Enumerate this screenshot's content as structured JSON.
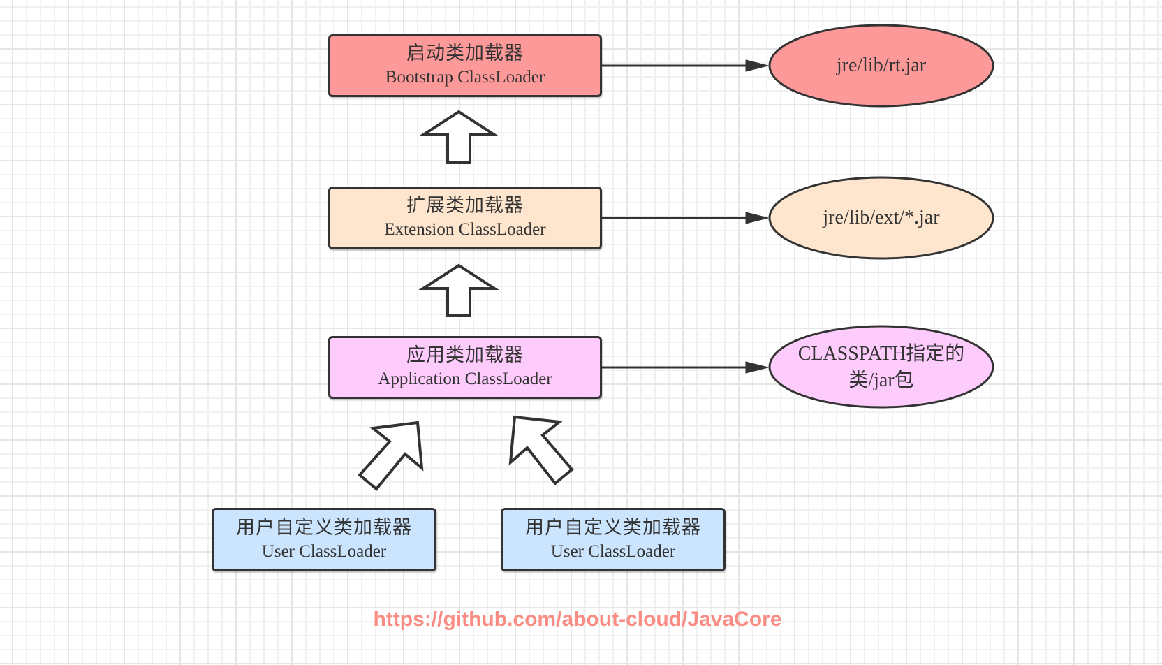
{
  "colors": {
    "bootstrap": "#fe9999",
    "extension": "#fee5cd",
    "application": "#fecbfd",
    "user": "#cce5ff",
    "stroke": "#333333",
    "url": "#f98d84"
  },
  "loaders": {
    "bootstrap": {
      "cn": "启动类加载器",
      "en": "Bootstrap ClassLoader"
    },
    "extension": {
      "cn": "扩展类加载器",
      "en": "Extension ClassLoader"
    },
    "application": {
      "cn": "应用类加载器",
      "en": "Application ClassLoader"
    },
    "user1": {
      "cn": "用户自定义类加载器",
      "en": "User ClassLoader"
    },
    "user2": {
      "cn": "用户自定义类加载器",
      "en": "User ClassLoader"
    }
  },
  "paths": {
    "bootstrap": "jre/lib/rt.jar",
    "extension": "jre/lib/ext/*.jar",
    "application_line1": "CLASSPATH指定的",
    "application_line2": "类/jar包"
  },
  "footer": {
    "url": "https://github.com/about-cloud/JavaCore"
  }
}
